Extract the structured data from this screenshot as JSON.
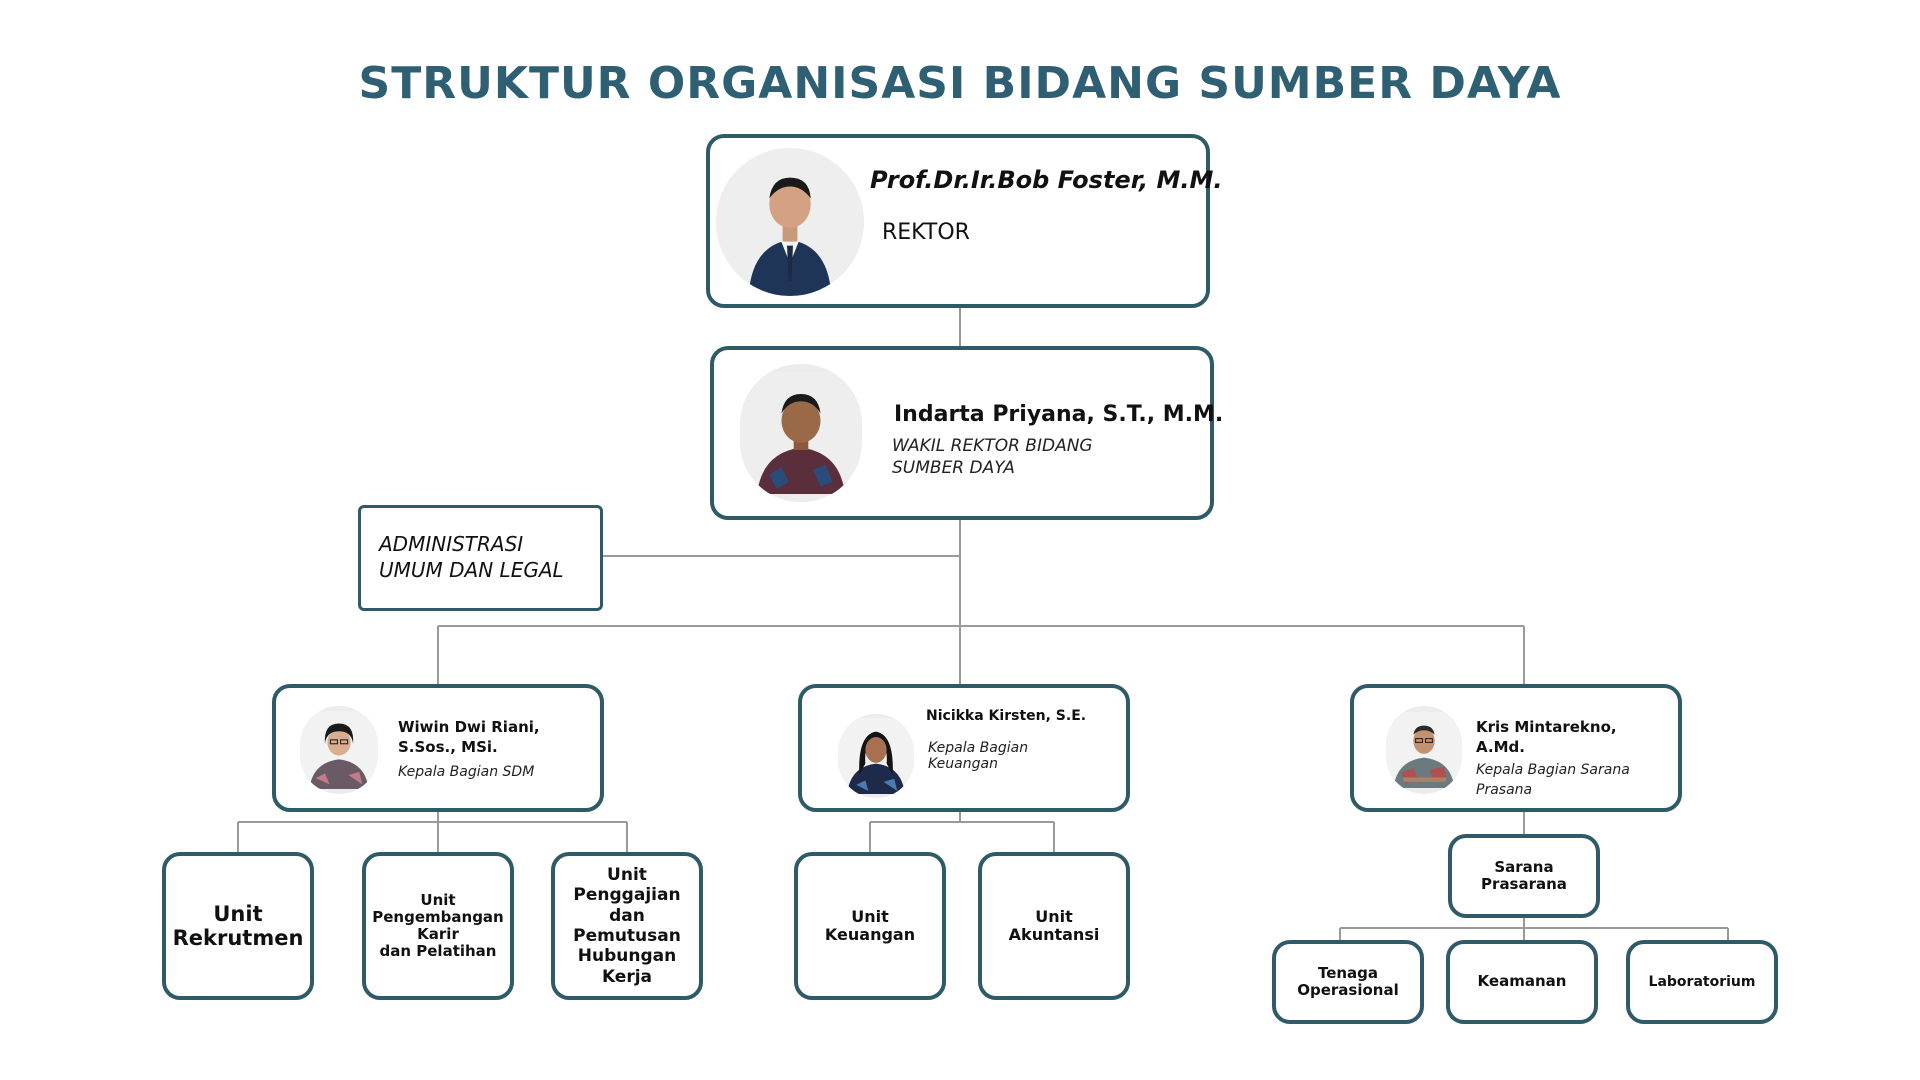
{
  "title": "STRUKTUR ORGANISASI BIDANG SUMBER DAYA",
  "colors": {
    "title": "#2f5f72",
    "border": "#2f5a68",
    "connector": "#9a9a9a"
  },
  "rektor": {
    "name": "Prof.Dr.Ir.Bob Foster, M.M.",
    "role": "REKTOR"
  },
  "wakil": {
    "name": "Indarta Priyana, S.T., M.M.",
    "role_line1": "WAKIL REKTOR BIDANG",
    "role_line2": "SUMBER DAYA"
  },
  "admin": {
    "line1": "ADMINISTRASI",
    "line2": "UMUM DAN LEGAL"
  },
  "sdm": {
    "name_line1": "Wiwin Dwi Riani,",
    "name_line2": "S.Sos., MSi.",
    "role": "Kepala Bagian SDM"
  },
  "keuangan": {
    "name": "Nicikka Kirsten, S.E.",
    "role_line1": "Kepala Bagian",
    "role_line2": "Keuangan"
  },
  "sarpras": {
    "name_line1": "Kris Mintarekno,",
    "name_line2": "A.Md.",
    "role_line1": "Kepala Bagian Sarana",
    "role_line2": "Prasana"
  },
  "units": {
    "rekrutmen": "Unit\nRekrutmen",
    "pengembangan": "Unit\nPengembangan\nKarir\ndan Pelatihan",
    "penggajian": "Unit\nPenggajian\ndan\nPemutusan\nHubungan\nKerja",
    "unit_keuangan": "Unit\nKeuangan",
    "akuntansi": "Unit\nAkuntansi",
    "sarana_prasarana": "Sarana\nPrasarana",
    "tenaga": "Tenaga\nOperasional",
    "keamanan": "Keamanan",
    "laboratorium": "Laboratorium"
  }
}
